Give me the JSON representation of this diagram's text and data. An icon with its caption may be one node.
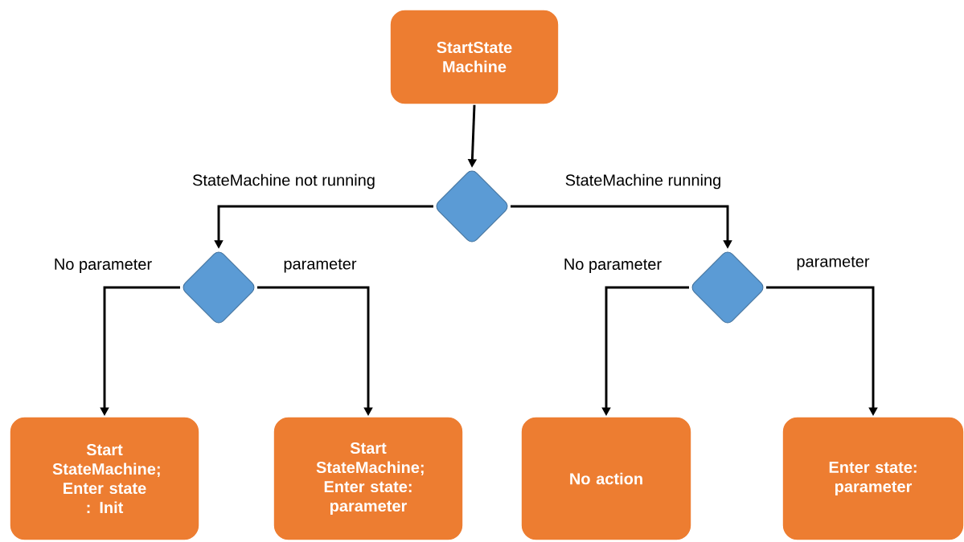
{
  "diagram": {
    "nodes": [
      {
        "text": [
          "StartState Machine"
        ]
      },
      {
        "text": [],
        "shape": "diamond"
      },
      {
        "text": [],
        "shape": "diamond"
      },
      {
        "text": [],
        "shape": "diamond"
      },
      {
        "text": [
          "Start StateMachine; Enter state : Init"
        ]
      },
      {
        "text": [
          "Start StateMachine; Enter state: parameter"
        ]
      },
      {
        "text": [
          "No action"
        ]
      },
      {
        "text": [
          "Enter state: parameter"
        ]
      }
    ],
    "edges": [
      {
        "from": 0,
        "to": 1,
        "arrow": "to"
      },
      {
        "from": 1,
        "to": 2,
        "arrow": "to",
        "label": "StateMachine not running"
      },
      {
        "from": 1,
        "to": 3,
        "arrow": "to",
        "label": "StateMachine running"
      },
      {
        "from": 2,
        "to": 4,
        "arrow": "to",
        "label": "No parameter"
      },
      {
        "from": 2,
        "to": 5,
        "arrow": "to",
        "label": "parameter"
      },
      {
        "from": 3,
        "to": 6,
        "arrow": "to",
        "label": "No parameter"
      },
      {
        "from": 3,
        "to": 7,
        "arrow": "to",
        "label": "parameter"
      }
    ]
  }
}
